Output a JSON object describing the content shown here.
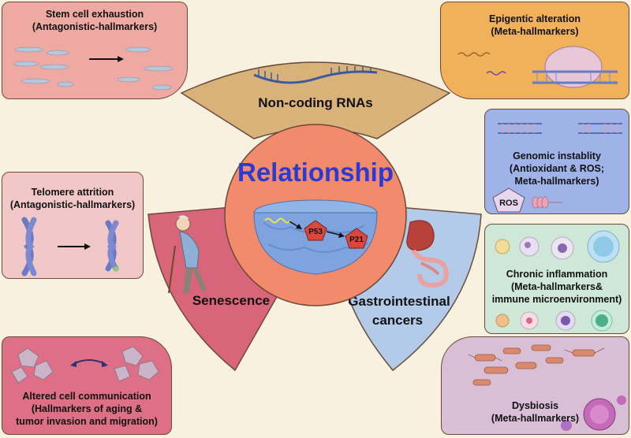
{
  "center": {
    "title": "Relationship",
    "p53": "P53",
    "p21": "P21"
  },
  "sectors": {
    "top": "Non-coding RNAs",
    "left": "Senescence",
    "right_line1": "Gastrointestinal",
    "right_line2": "cancers"
  },
  "cards": {
    "stem_cell": {
      "line1": "Stem cell  exhaustion",
      "line2": "(Antagonistic-hallmarkers)"
    },
    "telomere": {
      "line1": "Telomere attrition",
      "line2": "(Antagonistic-hallmarkers)"
    },
    "communication": {
      "line1": "Altered cell communication",
      "line2": "(Hallmarkers of aging &",
      "line3": "tumor invasion and migration)"
    },
    "epigenetic": {
      "line1": "Epigentic alteration",
      "line2": "(Meta-hallmarkers)"
    },
    "genomic": {
      "line1": "Genomic instablity",
      "line2": "(Antioxidant & ROS;",
      "line3": "Meta-hallmarkers)",
      "ros": "ROS"
    },
    "inflammation": {
      "line1": "Chronic inflammation",
      "line2": "(Meta-hallmarkers&",
      "line3": "immune microenvironment)"
    },
    "dysbiosis": {
      "line1": "Dysbiosis",
      "line2": "(Meta-hallmarkers)"
    }
  },
  "colors": {
    "background": "#f8f1df",
    "stem_card": "#eeaaa2",
    "telomere_card": "#f2c7c8",
    "communication_card": "#dd6f86",
    "epigenetic_card": "#f0b15a",
    "genomic_card": "#9fb3e8",
    "inflammation_card": "#cfe7d6",
    "dysbiosis_card": "#d8bfd6",
    "sector_top": "#d9b27a",
    "sector_left": "#d86579",
    "sector_right": "#b3cbe8",
    "center_circle": "#f28b6b",
    "title_text": "#2b3bd1"
  }
}
